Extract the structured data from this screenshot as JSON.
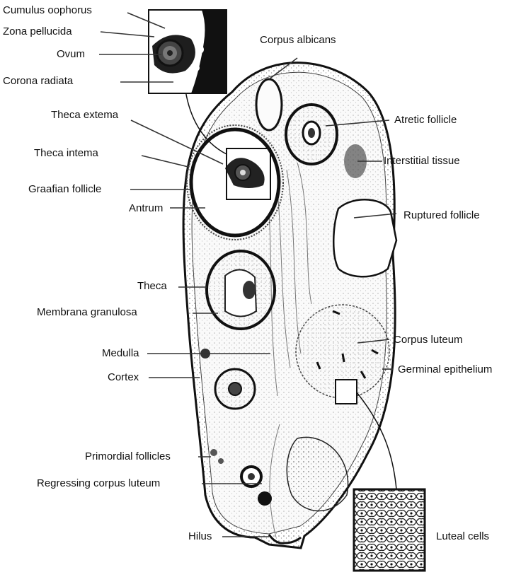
{
  "labels": {
    "cumulus_oophorus": "Cumulus oophorus",
    "zona_pellucida": "Zona pellucida",
    "ovum": "Ovum",
    "corona_radiata": "Corona radiata",
    "theca_externa": "Theca extema",
    "theca_interna": "Theca intema",
    "graafian_follicle": "Graafian follicle",
    "antrum": "Antrum",
    "theca": "Theca",
    "membrana_granulosa": "Membrana granulosa",
    "medulla": "Medulla",
    "cortex": "Cortex",
    "primordial_follicles": "Primordial follicles",
    "regressing_corpus_luteum": "Regressing corpus luteum",
    "hilus": "Hilus",
    "corpus_albicans": "Corpus albicans",
    "atretic_follicle": "Atretic follicle",
    "interstitial_tissue": "Interstitial tissue",
    "ruptured_follicle": "Ruptured follicle",
    "corpus_luteum": "Corpus luteum",
    "germinal_epithelium": "Germinal epithelium",
    "luteal_cells": "Luteal cells"
  },
  "colors": {
    "ink": "#111111",
    "tissue": "#f4f4f4",
    "dark_tissue": "#1a1a1a"
  }
}
